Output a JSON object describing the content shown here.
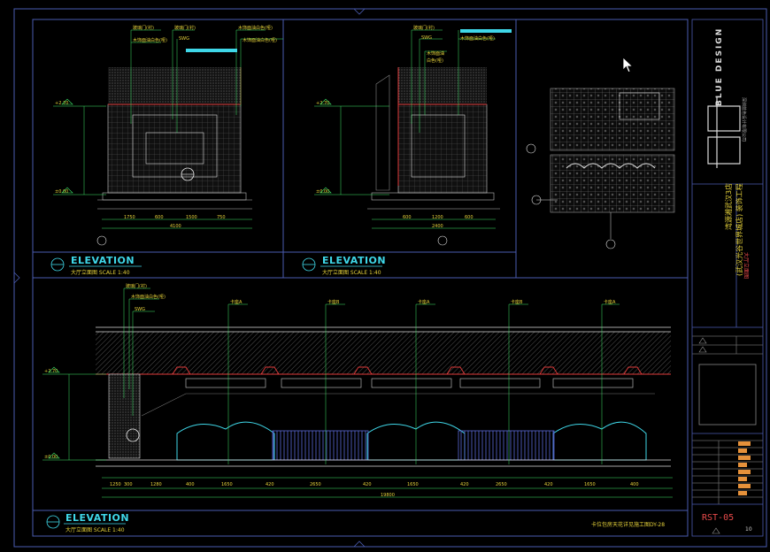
{
  "drawing": {
    "elevation_top_left": {
      "title": "ELEVATION",
      "sub": "大厅立面图   SCALE 1:40"
    },
    "elevation_top_mid": {
      "title": "ELEVATION",
      "sub": "大厅立面图   SCALE 1:40"
    },
    "elevation_bottom": {
      "title": "ELEVATION",
      "sub": "大厅立面图   SCALE 1:40"
    },
    "bottom_note": "卡位包房天花详见施工图DY-28",
    "sheet_number": "RST-05",
    "page_number": "10",
    "title_block": {
      "brand_logo": "BLUE DESIGN",
      "company": "深圳蓝色设计有限公司",
      "project_line1": "湾源湘武汉3店",
      "project_line2": "(武汉光谷世界城店) 装饰工程",
      "drawing_name": "大厅立面图"
    },
    "colors": {
      "frame": "#4a5bb0",
      "cyan": "#3fd7e8",
      "yellow": "#e6d23a",
      "red": "#e03a3a",
      "green": "#3ee86a",
      "white": "#e8e8e8"
    }
  }
}
